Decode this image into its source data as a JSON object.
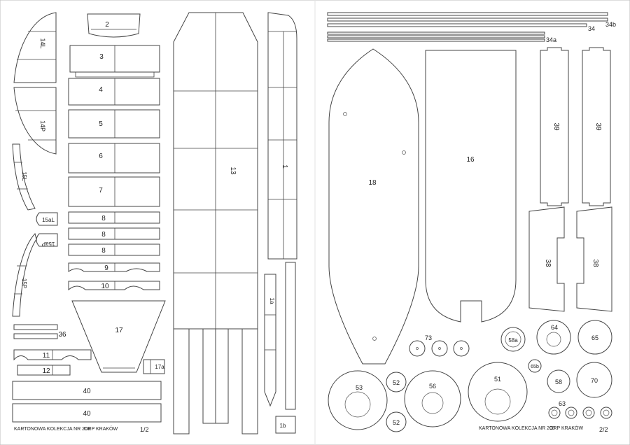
{
  "footer": {
    "sheet1_caption": "KARTONOWA KOLEKCJA NR 203",
    "sheet1_model": "ORP   KRAKÓW",
    "sheet1_page": "1/2",
    "sheet2_caption": "KARTONOWA KOLEKCJA NR 203",
    "sheet2_model": "ORP   KRAKÓW",
    "sheet2_page": "2/2"
  },
  "parts": {
    "p1": "1",
    "p1b": "1b",
    "p1a": "1a",
    "p2": "2",
    "p3": "3",
    "p4": "4",
    "p5": "5",
    "p6": "6",
    "p7": "7",
    "p8": "8",
    "p9": "9",
    "p10": "10",
    "p11": "11",
    "p12": "12",
    "p13": "13",
    "p14L": "14L",
    "p14P": "14P",
    "p15L": "15L",
    "p15P": "15P",
    "p15aL": "15aL",
    "p15aP": "15aP",
    "p16": "16",
    "p17": "17",
    "p17a": "17a",
    "p18": "18",
    "p34": "34",
    "p34a": "34a",
    "p34b": "34b",
    "p36": "36",
    "p38": "38",
    "p39": "39",
    "p40": "40",
    "p51": "51",
    "p52": "52",
    "p53": "53",
    "p56": "56",
    "p58": "58",
    "p58a": "58a",
    "p63": "63",
    "p64": "64",
    "p65": "65",
    "p65b": "65b",
    "p70": "70",
    "p73": "73"
  }
}
